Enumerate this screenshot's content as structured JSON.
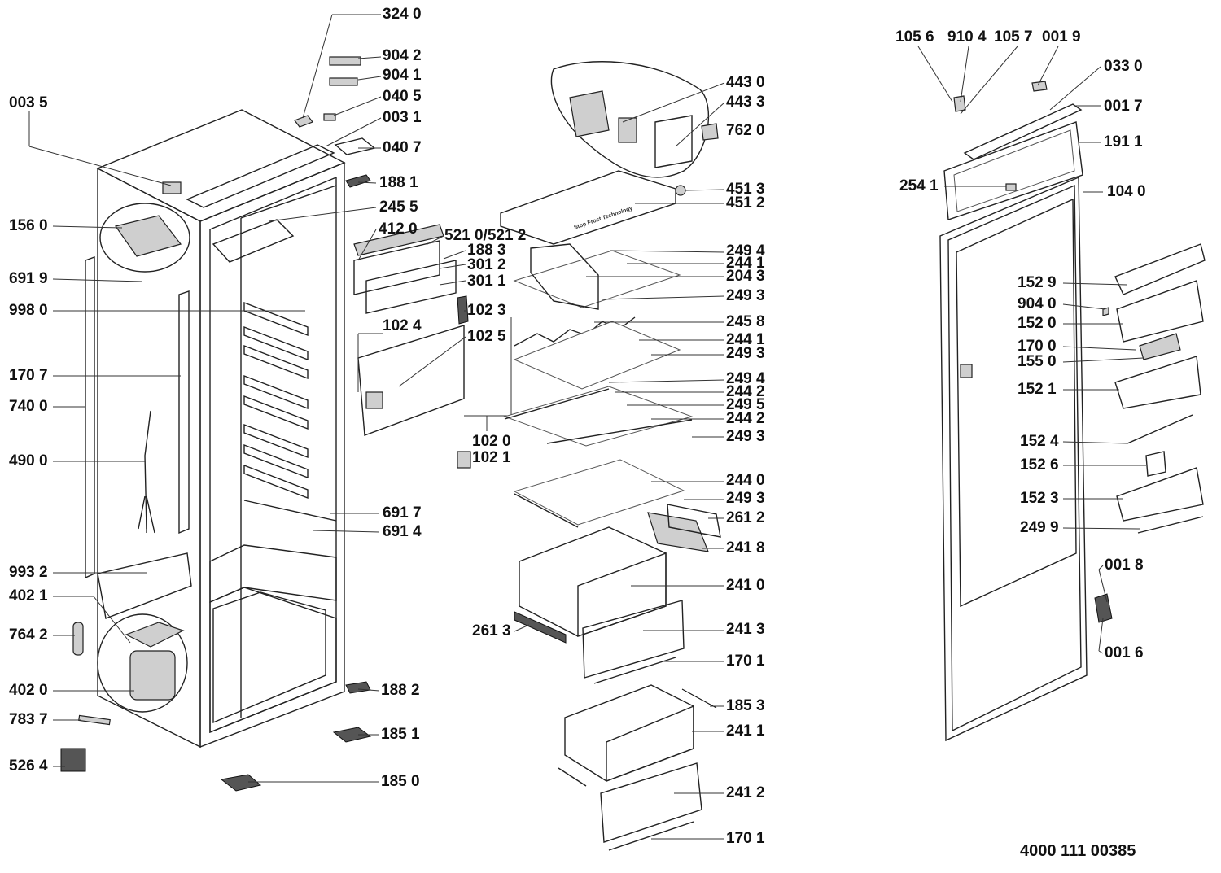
{
  "labels": {
    "p3240": "324 0",
    "p9042": "904 2",
    "p9041": "904 1",
    "p0405": "040 5",
    "p0035": "003 5",
    "p0031": "003 1",
    "p0407": "040 7",
    "p1881": "188 1",
    "p2455": "245 5",
    "p1560": "156 0",
    "p4120": "412 0",
    "p5210": "521 0/521 2",
    "p1883": "188 3",
    "p3012": "301 2",
    "p3011": "301 1",
    "p6919": "691 9",
    "p9980": "998 0",
    "p1023": "102 3",
    "p1024": "102 4",
    "p1025": "102 5",
    "p1707": "170 7",
    "p7400": "740 0",
    "p4900": "490 0",
    "p1020": "102 0",
    "p1021": "102 1",
    "p6917": "691 7",
    "p6914": "691 4",
    "p9932": "993 2",
    "p4021": "402 1",
    "p7642": "764 2",
    "p4020": "402 0",
    "p7837": "783 7",
    "p5264": "526 4",
    "p1882": "188 2",
    "p1851": "185 1",
    "p1850": "185 0",
    "p2613": "261 3",
    "p4430": "443 0",
    "p4433": "443 3",
    "p7620": "762 0",
    "p4513": "451 3",
    "p4512": "451 2",
    "p2494a": "249 4",
    "p2441a": "244 1",
    "p2043": "204 3",
    "p2493a": "249 3",
    "p2458": "245 8",
    "p2441b": "244 1",
    "p2493b": "249 3",
    "p2494b": "249 4",
    "p2442a": "244 2",
    "p2495": "249 5",
    "p2442b": "244 2",
    "p2493c": "249 3",
    "p2440": "244 0",
    "p2493d": "249 3",
    "p2612": "261 2",
    "p2418": "241 8",
    "p2410": "241 0",
    "p2413": "241 3",
    "p1701a": "170 1",
    "p1853": "185 3",
    "p2411": "241 1",
    "p2412": "241 2",
    "p1701b": "170 1",
    "p1056": "105 6",
    "p9104": "910 4",
    "p1057": "105 7",
    "p0019": "001 9",
    "p0330": "033 0",
    "p0017": "001 7",
    "p1911": "191 1",
    "p2541": "254 1",
    "p1040": "104 0",
    "p1529": "152 9",
    "p9040": "904 0",
    "p1520": "152 0",
    "p1700": "170 0",
    "p1550": "155 0",
    "p1521": "152 1",
    "p1524": "152 4",
    "p1526": "152 6",
    "p1523": "152 3",
    "p2499": "249 9",
    "p0018": "001 8",
    "p0016": "001 6"
  },
  "drawing_code": "4000 111 00385",
  "panel_brand_text": "Stop Frost Technology"
}
